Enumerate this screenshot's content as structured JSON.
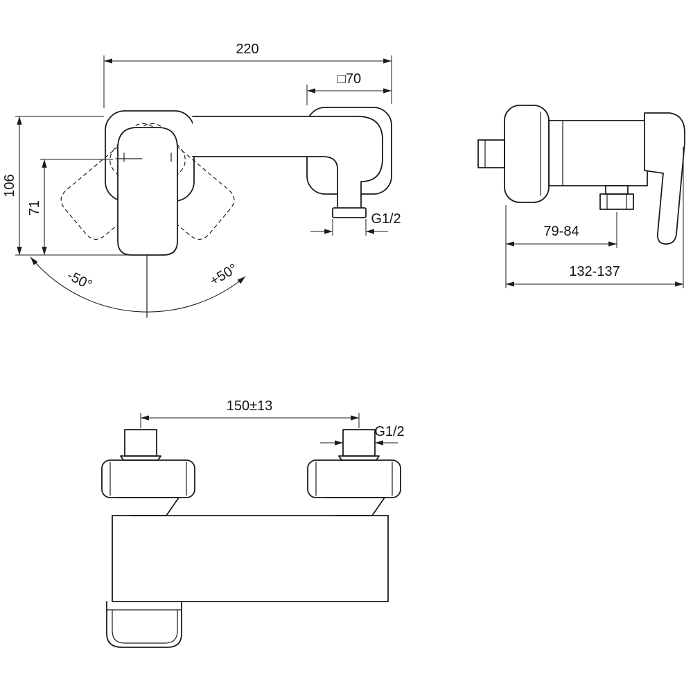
{
  "drawing": {
    "background": "#ffffff",
    "line_color": "#1b1b1b",
    "front_view": {
      "width": "220",
      "spout_plate": "□70",
      "height": "106",
      "handle_height": "71",
      "outlet_thread": "G1/2",
      "swing_left": "-50°",
      "swing_right": "+50°"
    },
    "side_view": {
      "wall_to_outlet": "79-84",
      "total_depth": "132-137"
    },
    "bottom_view": {
      "inlet_centers": "150±13",
      "inlet_thread": "G1/2"
    }
  }
}
